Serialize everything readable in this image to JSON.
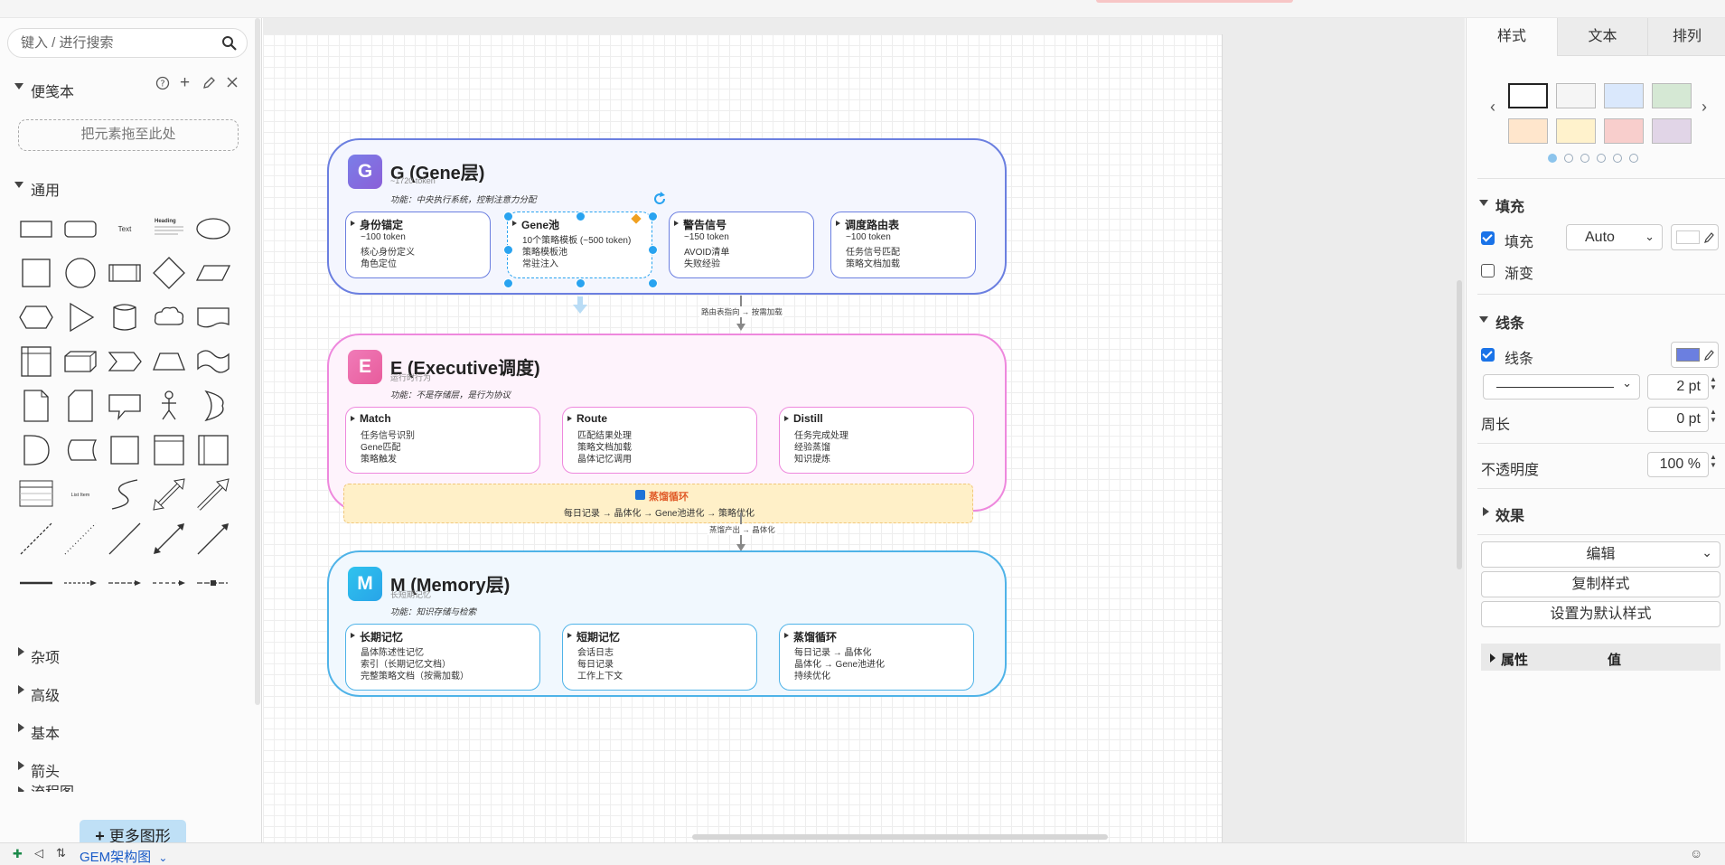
{
  "left_panel": {
    "search_placeholder": "键入 / 进行搜索",
    "scratchpad_title": "便笺本",
    "drop_hint": "把元素拖至此处",
    "general_title": "通用",
    "shape_text_label": "Text",
    "shape_heading_label": "Heading",
    "shape_list_label": "List Item",
    "collapsed_sections": [
      "杂项",
      "高级",
      "基本",
      "箭头",
      "流程图"
    ],
    "more_shapes": "更多图形"
  },
  "diagram": {
    "g_layer": {
      "badge": "G",
      "title": "G (Gene层)",
      "subtitle": "~1720 token",
      "function": "功能：中央执行系统，控制注意力分配",
      "cards": [
        {
          "title": "身份锚定",
          "lines": [
            "~100 token",
            "核心身份定义",
            "角色定位"
          ]
        },
        {
          "title": "Gene池",
          "lines": [
            "10个策略模板 (~500 token)",
            "策略模板池",
            "常驻注入"
          ]
        },
        {
          "title": "警告信号",
          "lines": [
            "~150 token",
            "AVOID清单",
            "失败经验"
          ]
        },
        {
          "title": "调度路由表",
          "lines": [
            "~100 token",
            "任务信号匹配",
            "策略文档加载"
          ]
        }
      ]
    },
    "edge_g_e": "路由表指向 → 按需加载",
    "e_layer": {
      "badge": "E",
      "title": "E (Executive调度)",
      "subtitle": "运行时行为",
      "function": "功能：不是存储层，是行为协议",
      "cards": [
        {
          "title": "Match",
          "lines": [
            "任务信号识别",
            "Gene匹配",
            "策略触发"
          ]
        },
        {
          "title": "Route",
          "lines": [
            "匹配结果处理",
            "策略文档加载",
            "晶体记忆调用"
          ]
        },
        {
          "title": "Distill",
          "lines": [
            "任务完成处理",
            "经验蒸馏",
            "知识提炼"
          ]
        }
      ]
    },
    "distill_loop": {
      "title": "蒸馏循环",
      "flow": "每日记录 → 晶体化 → Gene池进化 → 策略优化"
    },
    "edge_e_m": "蒸馏产出 → 晶体化",
    "m_layer": {
      "badge": "M",
      "title": "M (Memory层)",
      "subtitle": "长短期记忆",
      "function": "功能：知识存储与检索",
      "cards": [
        {
          "title": "长期记忆",
          "lines": [
            "晶体陈述性记忆",
            "索引（长期记忆文档）",
            "完整策略文档（按需加载）"
          ]
        },
        {
          "title": "短期记忆",
          "lines": [
            "会话日志",
            "每日记录",
            "工作上下文"
          ]
        },
        {
          "title": "蒸馏循环",
          "lines": [
            "每日记录 → 晶体化",
            "晶体化 → Gene池进化",
            "持续优化"
          ]
        }
      ]
    },
    "colors": {
      "g_border": "#6b7fe0",
      "g_fill": "#f4f6fe",
      "e_border": "#ee88dd",
      "e_fill": "#fef3fc",
      "m_border": "#4fb3e8",
      "m_fill": "#f1f8fe",
      "loop_fill": "#fff0c8",
      "loop_border": "#f1c77a",
      "loop_title": "#e05a28",
      "selection": "#29a3f0"
    }
  },
  "right_panel": {
    "tabs": [
      "样式",
      "文本",
      "排列"
    ],
    "swatches": [
      "#ffffff",
      "#f5f5f5",
      "#dae8fc",
      "#d5e8d4",
      "#ffe6cc",
      "#fff2cc",
      "#f8cecc",
      "#e1d5e7"
    ],
    "fill_section": "填充",
    "fill_label": "填充",
    "fill_mode": "Auto",
    "gradient_label": "渐变",
    "line_section": "线条",
    "line_label": "线条",
    "line_color": "#6b7fe0",
    "line_width": "2 pt",
    "perimeter_label": "周长",
    "perimeter_value": "0 pt",
    "opacity_label": "不透明度",
    "opacity_value": "100 %",
    "effects_label": "效果",
    "edit_label": "编辑",
    "copy_style": "复制样式",
    "set_default": "设置为默认样式",
    "prop_col": "属性",
    "value_col": "值"
  },
  "bottom": {
    "page_tab": "GEM架构图"
  }
}
